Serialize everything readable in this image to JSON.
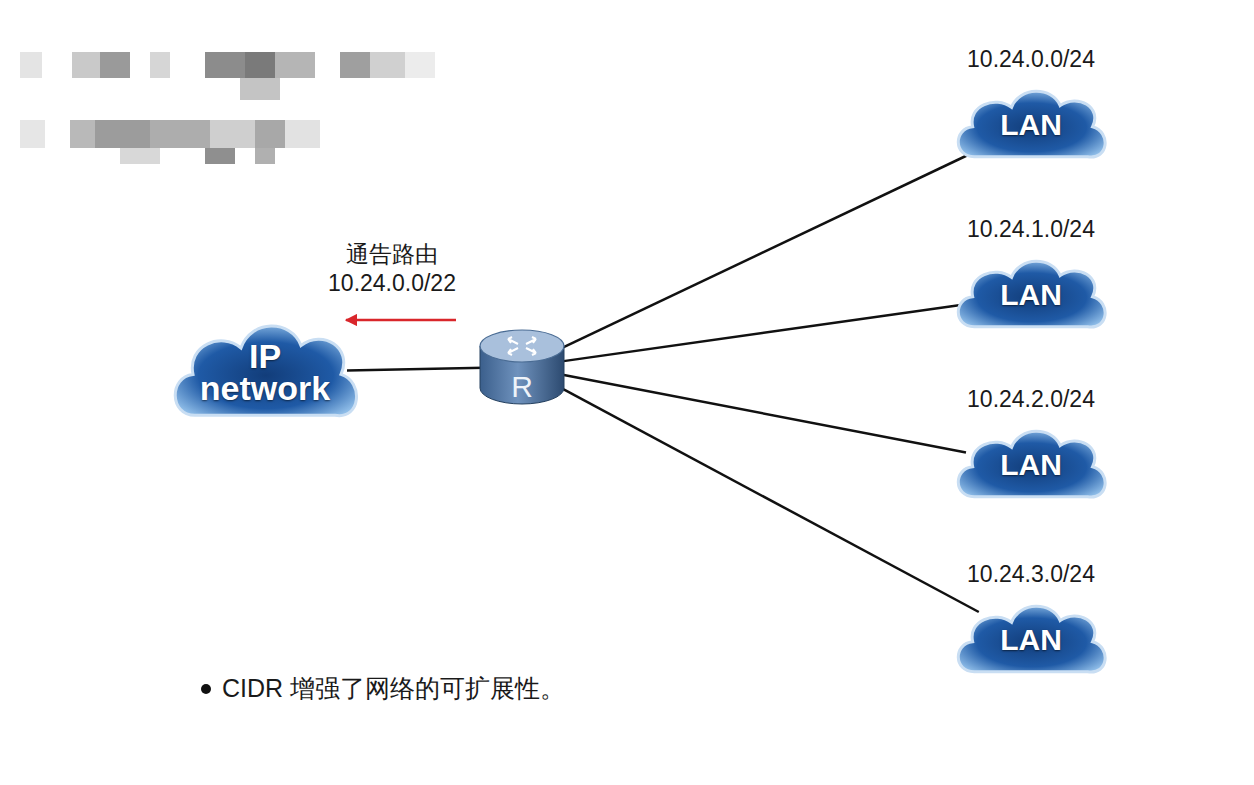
{
  "diagram": {
    "nodes": [
      {
        "text": [
          "IP network"
        ]
      },
      {
        "text": [
          "R"
        ]
      },
      {
        "text": [
          "10.24.0.0/24",
          "LAN"
        ]
      },
      {
        "text": [
          "10.24.1.0/24",
          "LAN"
        ]
      },
      {
        "text": [
          "10.24.2.0/24",
          "LAN"
        ]
      },
      {
        "text": [
          "10.24.3.0/24",
          "LAN"
        ]
      }
    ],
    "edges": [
      {
        "from": 0,
        "to": 1,
        "arrow": "none"
      },
      {
        "from": 1,
        "to": 2,
        "arrow": "none"
      },
      {
        "from": 1,
        "to": 3,
        "arrow": "none"
      },
      {
        "from": 1,
        "to": 4,
        "arrow": "none"
      },
      {
        "from": 1,
        "to": 5,
        "arrow": "none"
      }
    ],
    "labels": [
      "通告路由 10.24.0.0/22",
      "CIDR 增强了网络的可扩展性。"
    ]
  }
}
